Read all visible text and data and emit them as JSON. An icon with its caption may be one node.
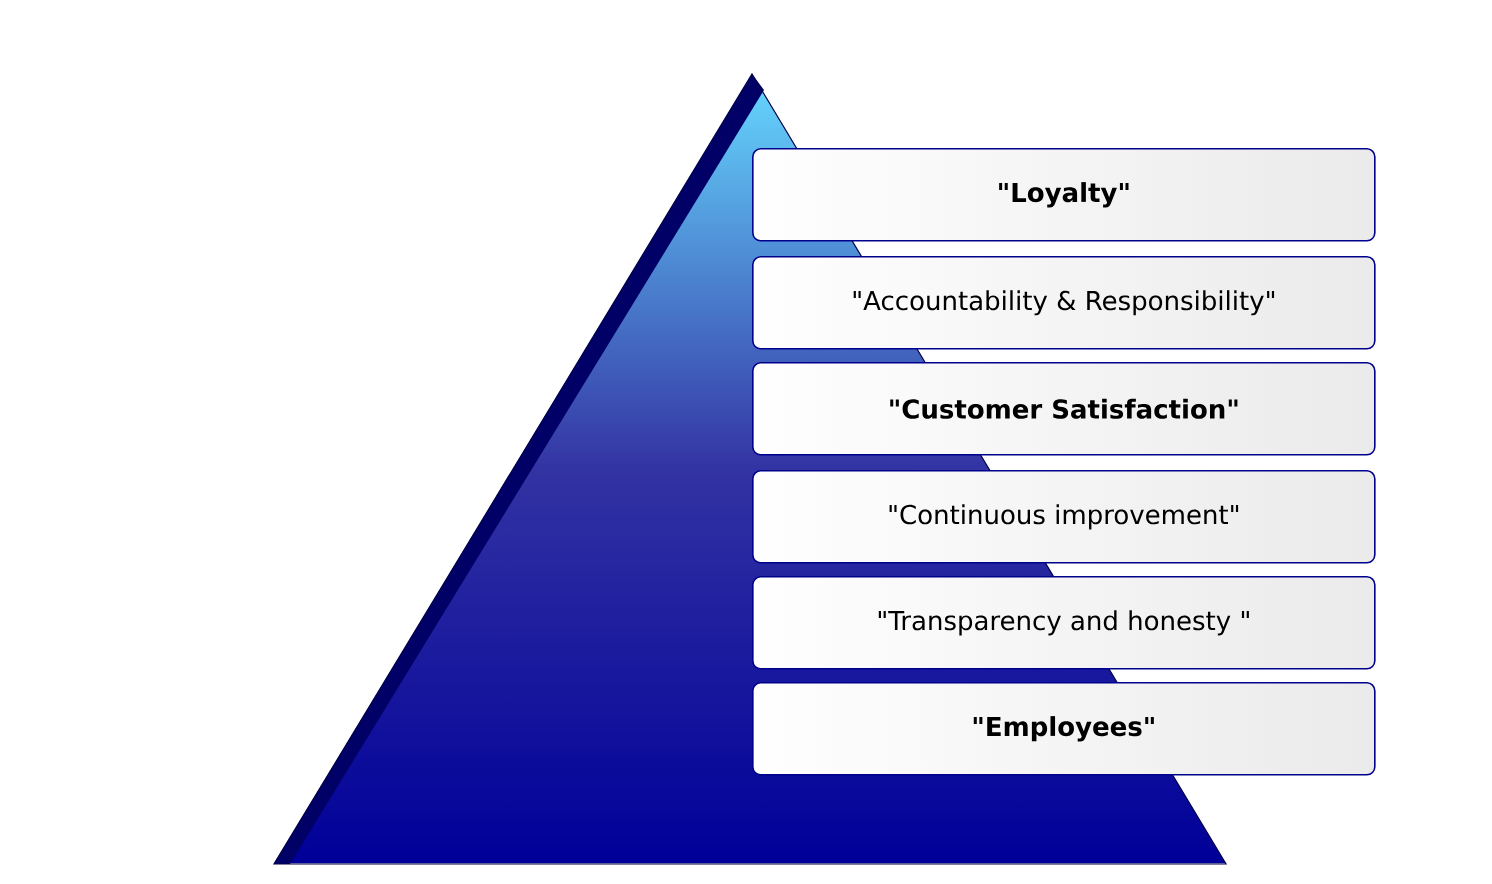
{
  "diagram": {
    "nodes": [
      {
        "text": [
          "\"Loyalty\""
        ]
      },
      {
        "text": [
          "\"Accountability & Responsibility\""
        ]
      },
      {
        "text": [
          "\"Customer Satisfaction\""
        ]
      },
      {
        "text": [
          "\"Continuous improvement\""
        ]
      },
      {
        "text": [
          "\"Transparency and honesty \""
        ]
      },
      {
        "text": [
          "\"Employees\""
        ]
      }
    ]
  }
}
